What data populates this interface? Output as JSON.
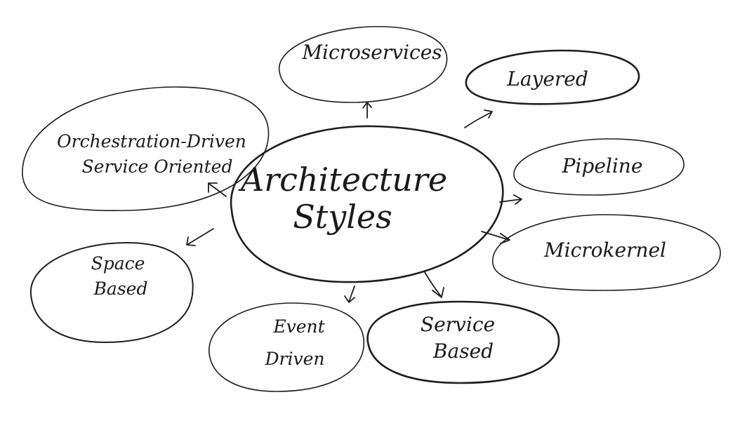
{
  "diagram": {
    "center": {
      "lines": [
        "Architecture",
        "Styles"
      ]
    },
    "nodes": [
      {
        "id": "microservices",
        "lines": [
          "Microservices"
        ]
      },
      {
        "id": "layered",
        "lines": [
          "Layered"
        ]
      },
      {
        "id": "pipeline",
        "lines": [
          "Pipeline"
        ]
      },
      {
        "id": "microkernel",
        "lines": [
          "Microkernel"
        ]
      },
      {
        "id": "service-based",
        "lines": [
          "Service",
          "Based"
        ]
      },
      {
        "id": "event-driven",
        "lines": [
          "Event",
          "Driven"
        ]
      },
      {
        "id": "space-based",
        "lines": [
          "Space",
          "Based"
        ]
      },
      {
        "id": "orchestration-driven",
        "lines": [
          "Orchestration-Driven",
          "Service Oriented"
        ]
      }
    ]
  }
}
